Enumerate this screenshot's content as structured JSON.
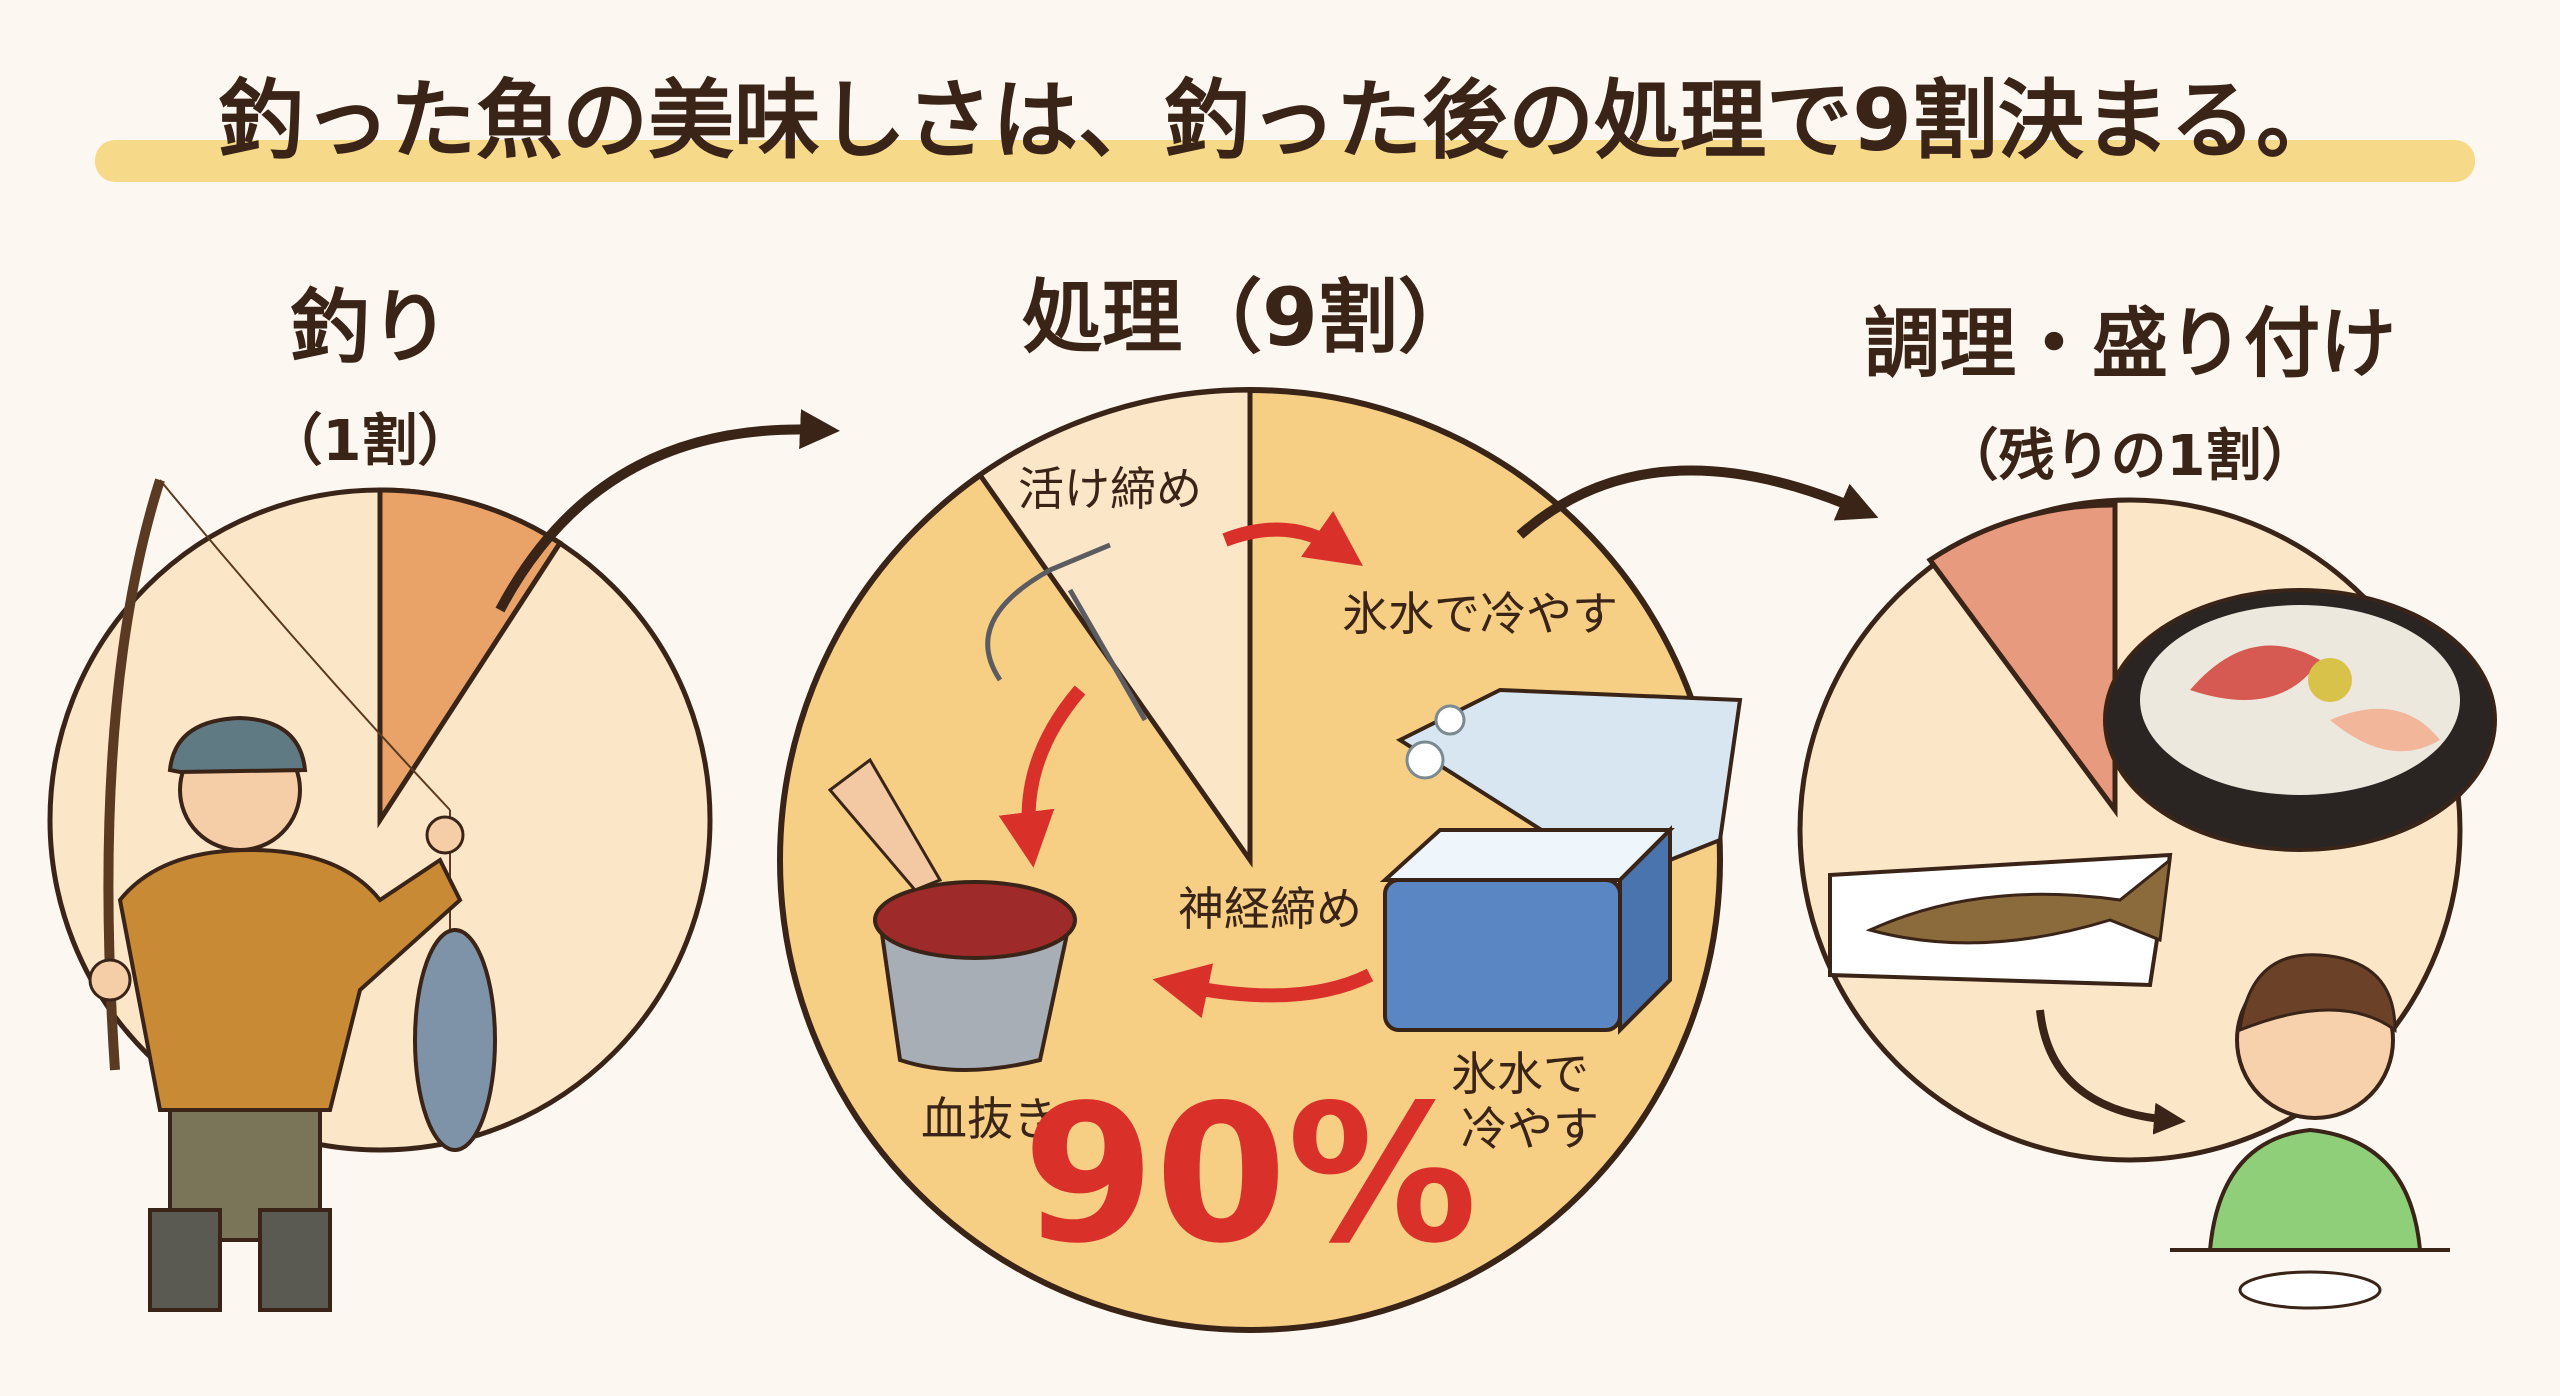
{
  "title": "釣った魚の美味しさは、釣った後の処理で9割決まる。",
  "stages": [
    {
      "label": "釣り",
      "sub": "（1割）",
      "share_percent": 10
    },
    {
      "label": "処理（9割）",
      "share_percent": 90
    },
    {
      "label": "調理・盛り付け",
      "sub": "（残りの1割）",
      "share_percent": 10
    }
  ],
  "process_steps": {
    "ikejime": "活け締め",
    "ice_water_top": "氷水で冷やす",
    "shinkei": "神経締め",
    "chinuki": "血抜き",
    "ice_water_bottom_1": "氷水で",
    "ice_water_bottom_2": "冷やす"
  },
  "big_percent": "90%",
  "colors": {
    "background": "#fcf8f1",
    "highlight": "#f7d98a",
    "pie_light": "#fbe6c8",
    "pie_main": "#f6cf85",
    "wedge_left": "#e9a368",
    "wedge_right": "#e79a7e",
    "accent_red": "#d9312a",
    "ink": "#3a2418"
  }
}
